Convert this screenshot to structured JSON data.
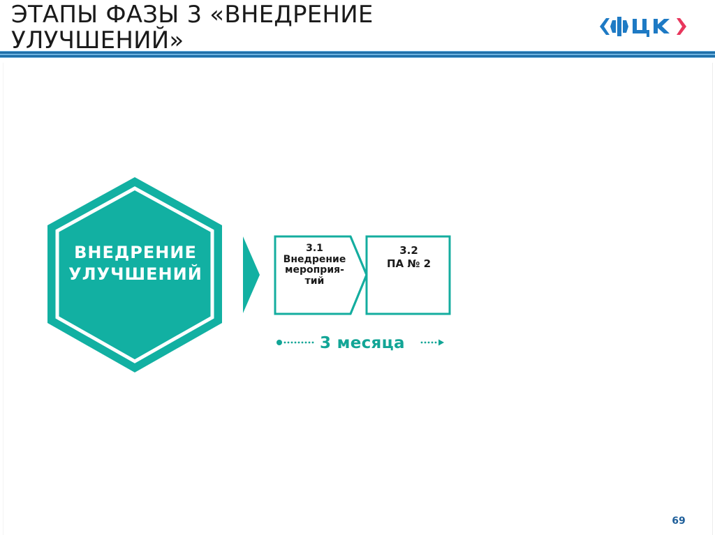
{
  "slide": {
    "title": "ЭТАПЫ ФАЗЫ 3 «ВНЕДРЕНИЕ УЛУЧШЕНИЙ»",
    "page_number": "69"
  },
  "logo": {
    "text": "ФЦК",
    "primary_color": "#1e7ac4",
    "accent_color": "#e8365c"
  },
  "phase": {
    "label": "ВНЕДРЕНИЕ УЛУЧШЕНИЙ",
    "color": "#12b0a2"
  },
  "steps": [
    {
      "number": "3.1",
      "label": "Внедрение мероприя-тий"
    },
    {
      "number": "3.2",
      "label": "ПА № 2"
    }
  ],
  "timeline": {
    "label": "3 месяца",
    "color": "#12a596"
  },
  "colors": {
    "rule": "#1f6fa8",
    "page_number": "#1f5f9a",
    "teal": "#12b0a2"
  }
}
